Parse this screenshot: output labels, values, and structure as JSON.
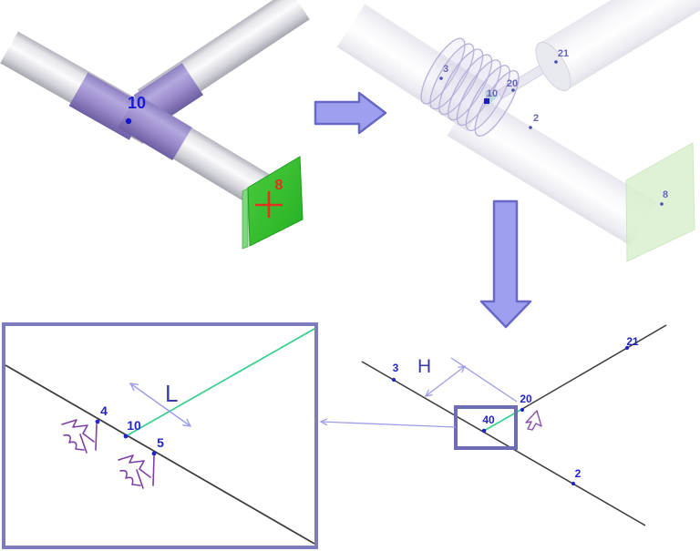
{
  "diagram_title": "pipe-tee-to-skeleton-abstraction",
  "colors": {
    "pipe_gray": "#d9d9df",
    "tee_purple": "#9a8bcb",
    "plate_green": "#2fbf2f",
    "ghost_plate_green": "#d8f0cc",
    "cross_red": "#e5301f",
    "label_blue": "#2323cc",
    "ghost_label_blue": "#6666b8",
    "dim_navy": "#3a3aa0",
    "green_axis_line": "#35cf8d",
    "black_axis_line": "#3a3a3a",
    "annotation_periwinkle": "#9e9ee8",
    "block_arrow_fill": "#9f9ff0",
    "block_arrow_stroke": "#6868c6",
    "sketch_purple": "#7d3fa5",
    "box_border_purple": "#7b7bbd"
  },
  "solid_model": {
    "junction_label": "10",
    "plane_label": "8"
  },
  "ghost_model": {
    "p3": "3",
    "p20": "20",
    "p10": "10",
    "p21": "21",
    "p2": "2",
    "p8": "8"
  },
  "skeleton": {
    "p3": "3",
    "p21": "21",
    "p20": "20",
    "p40": "40",
    "p2": "2",
    "height_label": "H"
  },
  "zoom_box": {
    "p4": "4",
    "p10": "10",
    "p5": "5",
    "length_label": "L"
  }
}
